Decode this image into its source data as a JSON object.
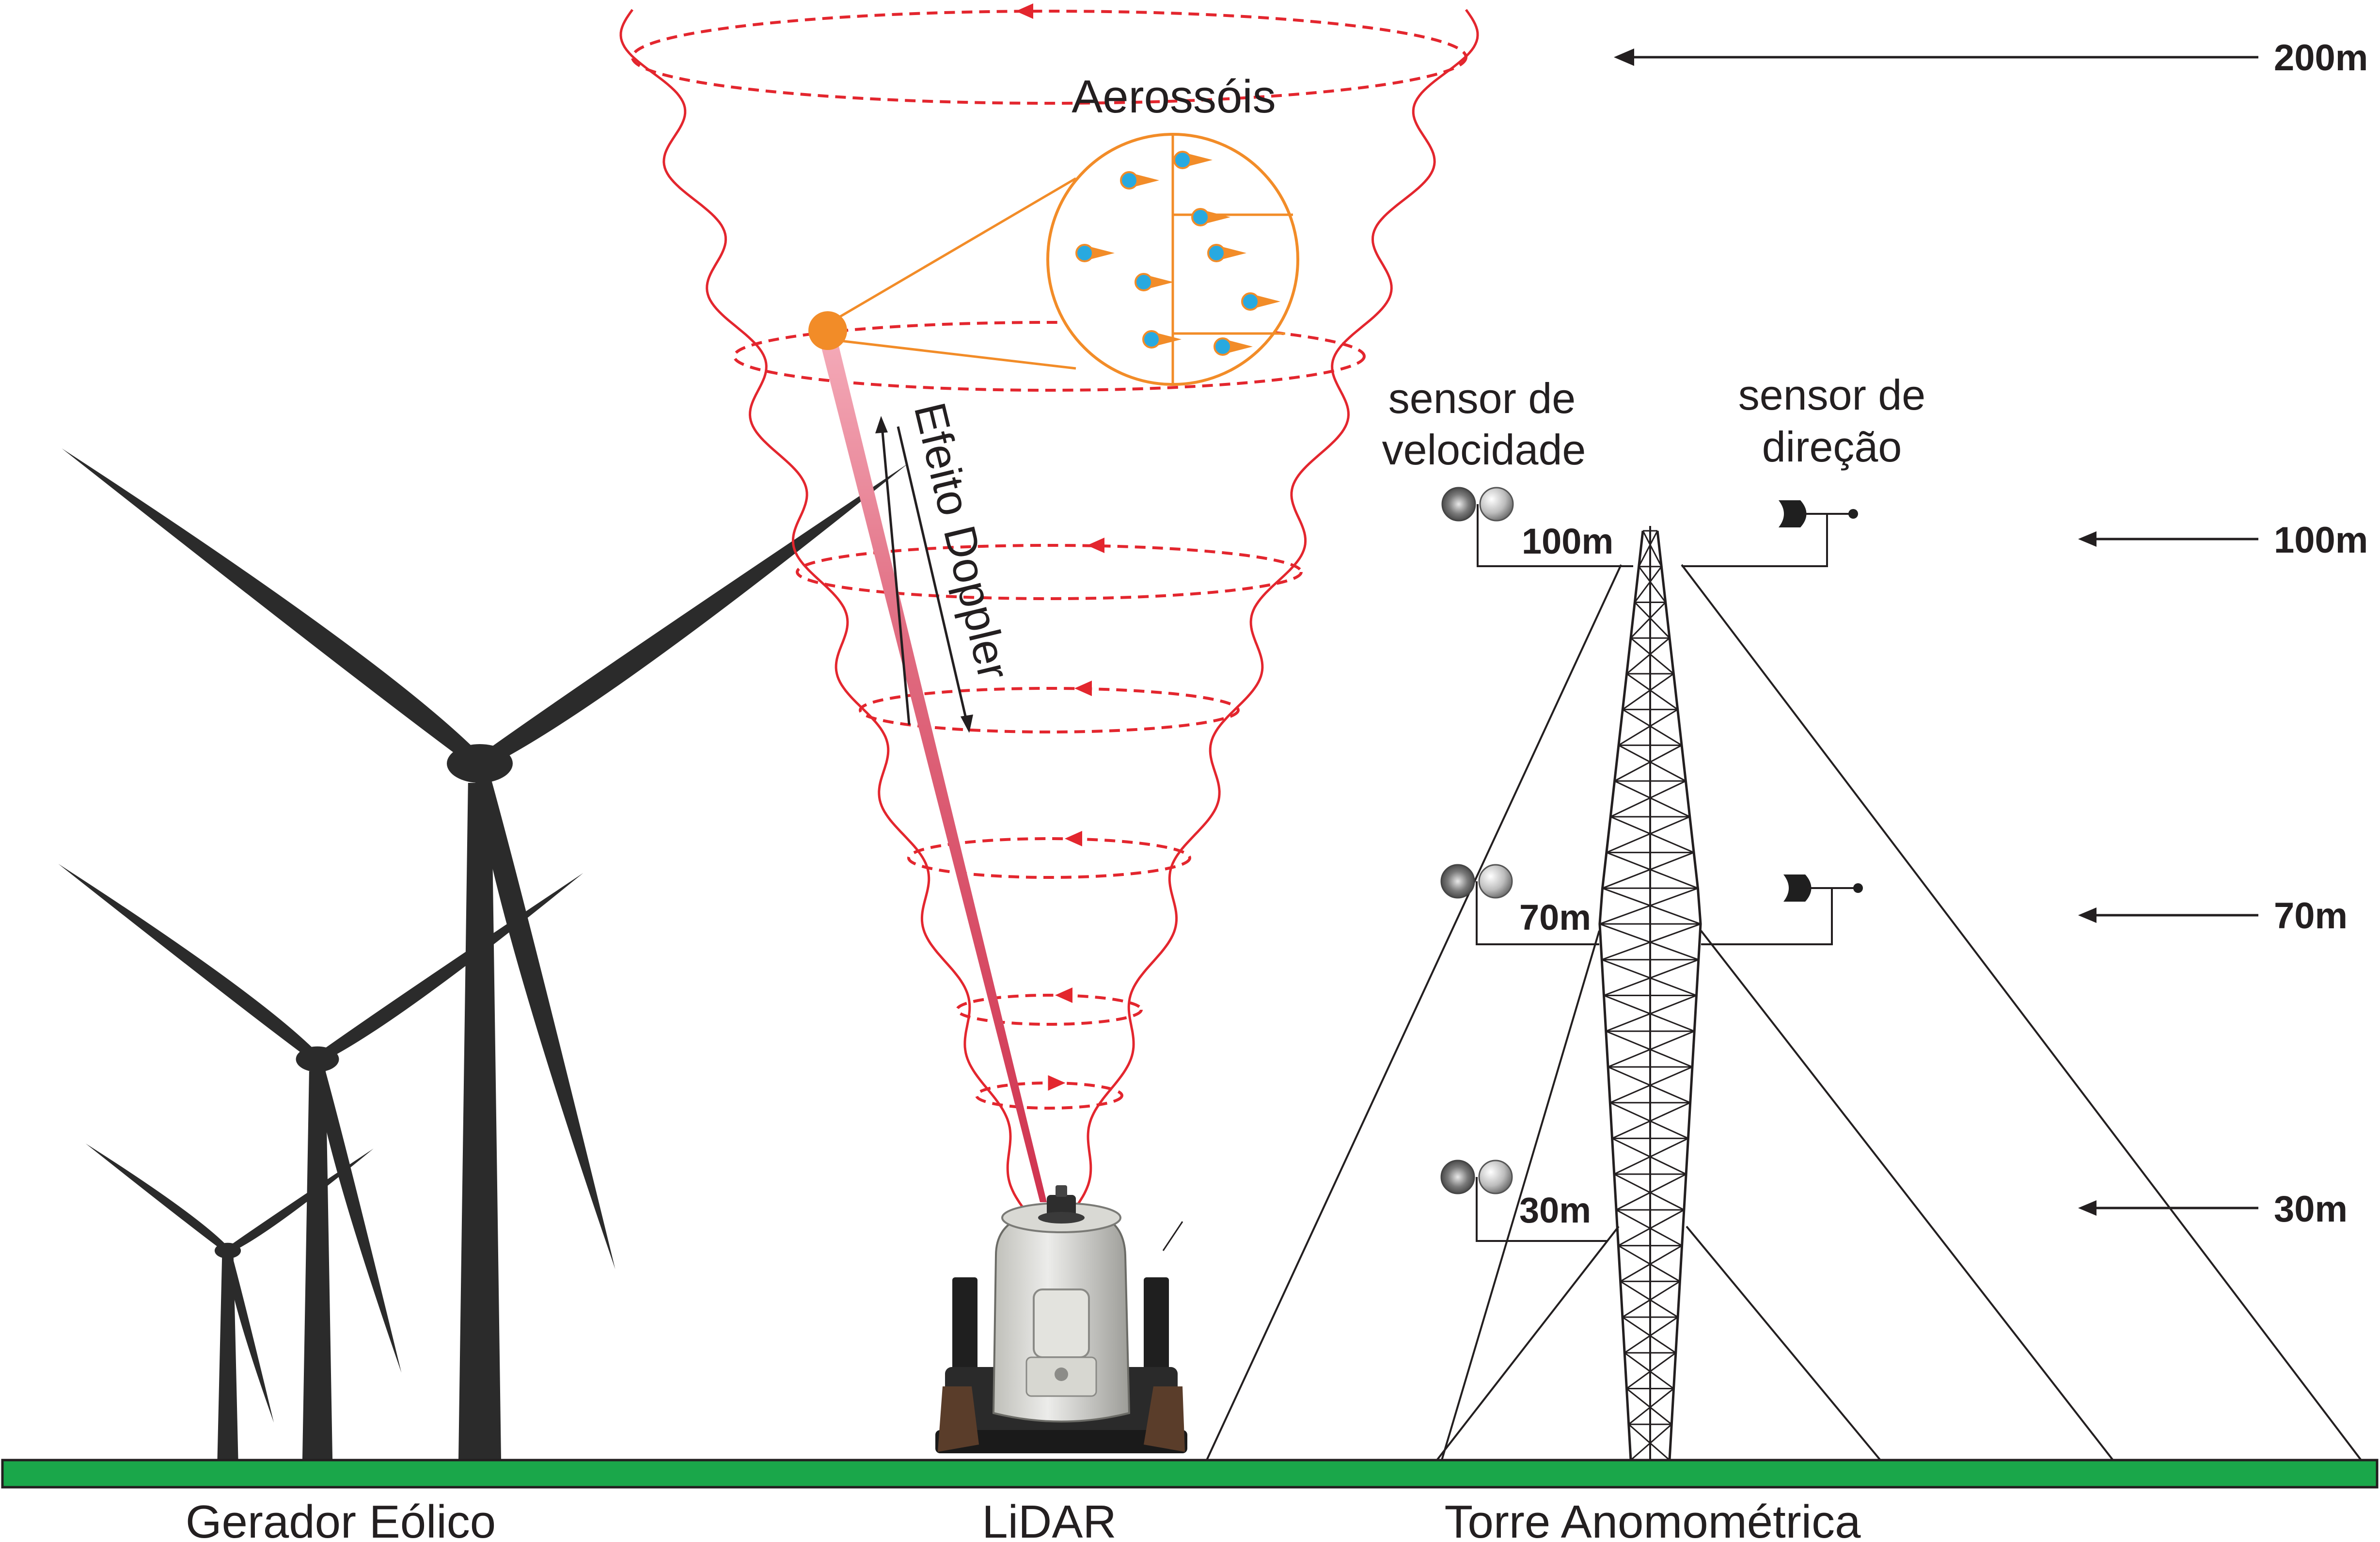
{
  "labels": {
    "aerosols": "Aerossóis",
    "doppler": "Efeito Doppler",
    "speed_sensor": [
      "sensor de",
      "velocidade"
    ],
    "direction_sensor": [
      "sensor de",
      "direção"
    ],
    "wind_generator": "Gerador Eólico",
    "lidar": "LiDAR",
    "tower": "Torre Anomométrica"
  },
  "heights": {
    "right_scale": [
      "200m",
      "100m",
      "70m",
      "30m"
    ],
    "tower_sensors": [
      "100m",
      "70m",
      "30m"
    ]
  },
  "colors": {
    "ground": "#1aa74a",
    "beam_cone": "#e3262e",
    "laser_beam": "#d6405b",
    "aerosol_spot": "#f28c28",
    "particle": "#28a9e0",
    "silhouette": "#2b2b2b",
    "line": "#231f20"
  }
}
